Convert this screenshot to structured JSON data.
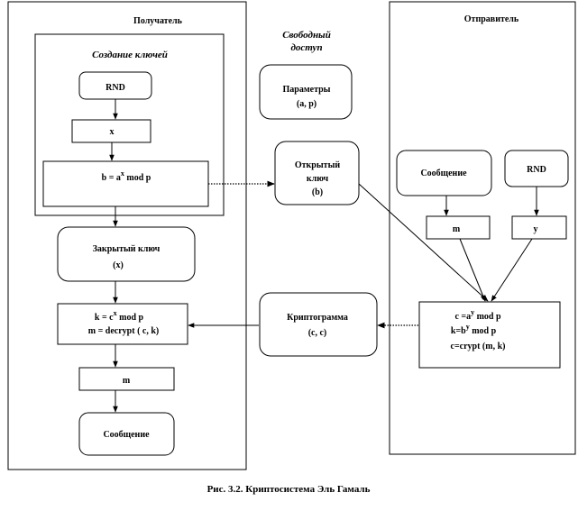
{
  "panels": {
    "receiver_title": "Получатель",
    "key_creation_title": "Создание ключей",
    "public_title_line1": "Свободный",
    "public_title_line2": "доступ",
    "sender_title": "Отправитель"
  },
  "receiver": {
    "rnd": "RND",
    "x": "x",
    "b_prefix": "b = a",
    "b_sup": "x",
    "b_suffix": " mod p",
    "private_key_line1": "Закрытый ключ",
    "private_key_line2": "(x)",
    "k_prefix": "k = c",
    "k_sup": "x",
    "k_suffix": " mod p",
    "m_decrypt": "m = decrypt ( c, k)",
    "m": "m",
    "message": "Сообщение"
  },
  "public": {
    "params_line1": "Параметры",
    "params_line2": "(a, p)",
    "pubkey_line1": "Открытый",
    "pubkey_line2": "ключ",
    "pubkey_line3": "(b)",
    "crypto_line1": "Криптограмма",
    "crypto_line2": "(c, c)"
  },
  "sender": {
    "message": "Сообщение",
    "rnd": "RND",
    "m": "m",
    "y": "y",
    "c_prefix": "c =a",
    "c_sup": "y",
    "c_suffix": " mod p",
    "k_prefix": "k=b",
    "k_sup": "y",
    "k_suffix": " mod p",
    "c_crypt": "c=crypt (m, k)"
  },
  "caption": "Рис. 3.2.  Криптосистема Эль Гамаль"
}
